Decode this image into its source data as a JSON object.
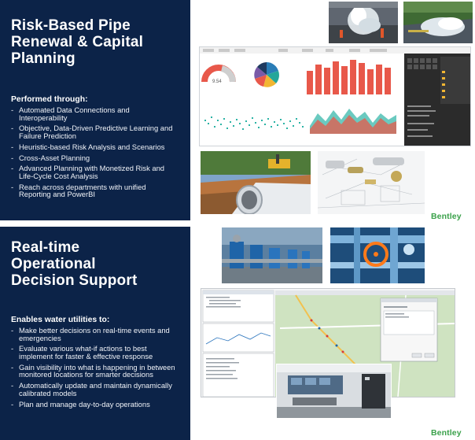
{
  "top_panel": {
    "title_lines": [
      "Risk-Based Pipe",
      "Renewal & Capital",
      "Planning"
    ],
    "subtitle": "Performed through:",
    "bullets": [
      "Automated Data Connections and Interoperability",
      "Objective, Data-Driven Predictive Learning and Failure Prediction",
      "Heuristic-based Risk Analysis and Scenarios",
      "Cross-Asset Planning",
      "Advanced Planning with Monetized Risk and Life-Cycle Cost Analysis",
      "Reach across departments with unified Reporting and PowerBI"
    ]
  },
  "bottom_panel": {
    "title_lines": [
      "Real-time",
      "Operational",
      "Decision Support"
    ],
    "subtitle": "Enables water utilities to:",
    "bullets": [
      "Make better decisions on real-time events and emergencies",
      "Evaluate various what-if actions to best implement for faster & effective response",
      "Gain visibility into what is happening in between monitored locations for smarter decisions",
      "Automatically update and maintain dynamically calibrated models",
      "Plan and manage day-to-day operations"
    ]
  },
  "dashboard": {
    "gauge_value": "9.54"
  },
  "brand": {
    "logo_top": "Bentley",
    "logo_bottom": "Bentley",
    "navy": "#0c2348",
    "green": "#3aa14a",
    "bar_red": "#e8584a"
  }
}
